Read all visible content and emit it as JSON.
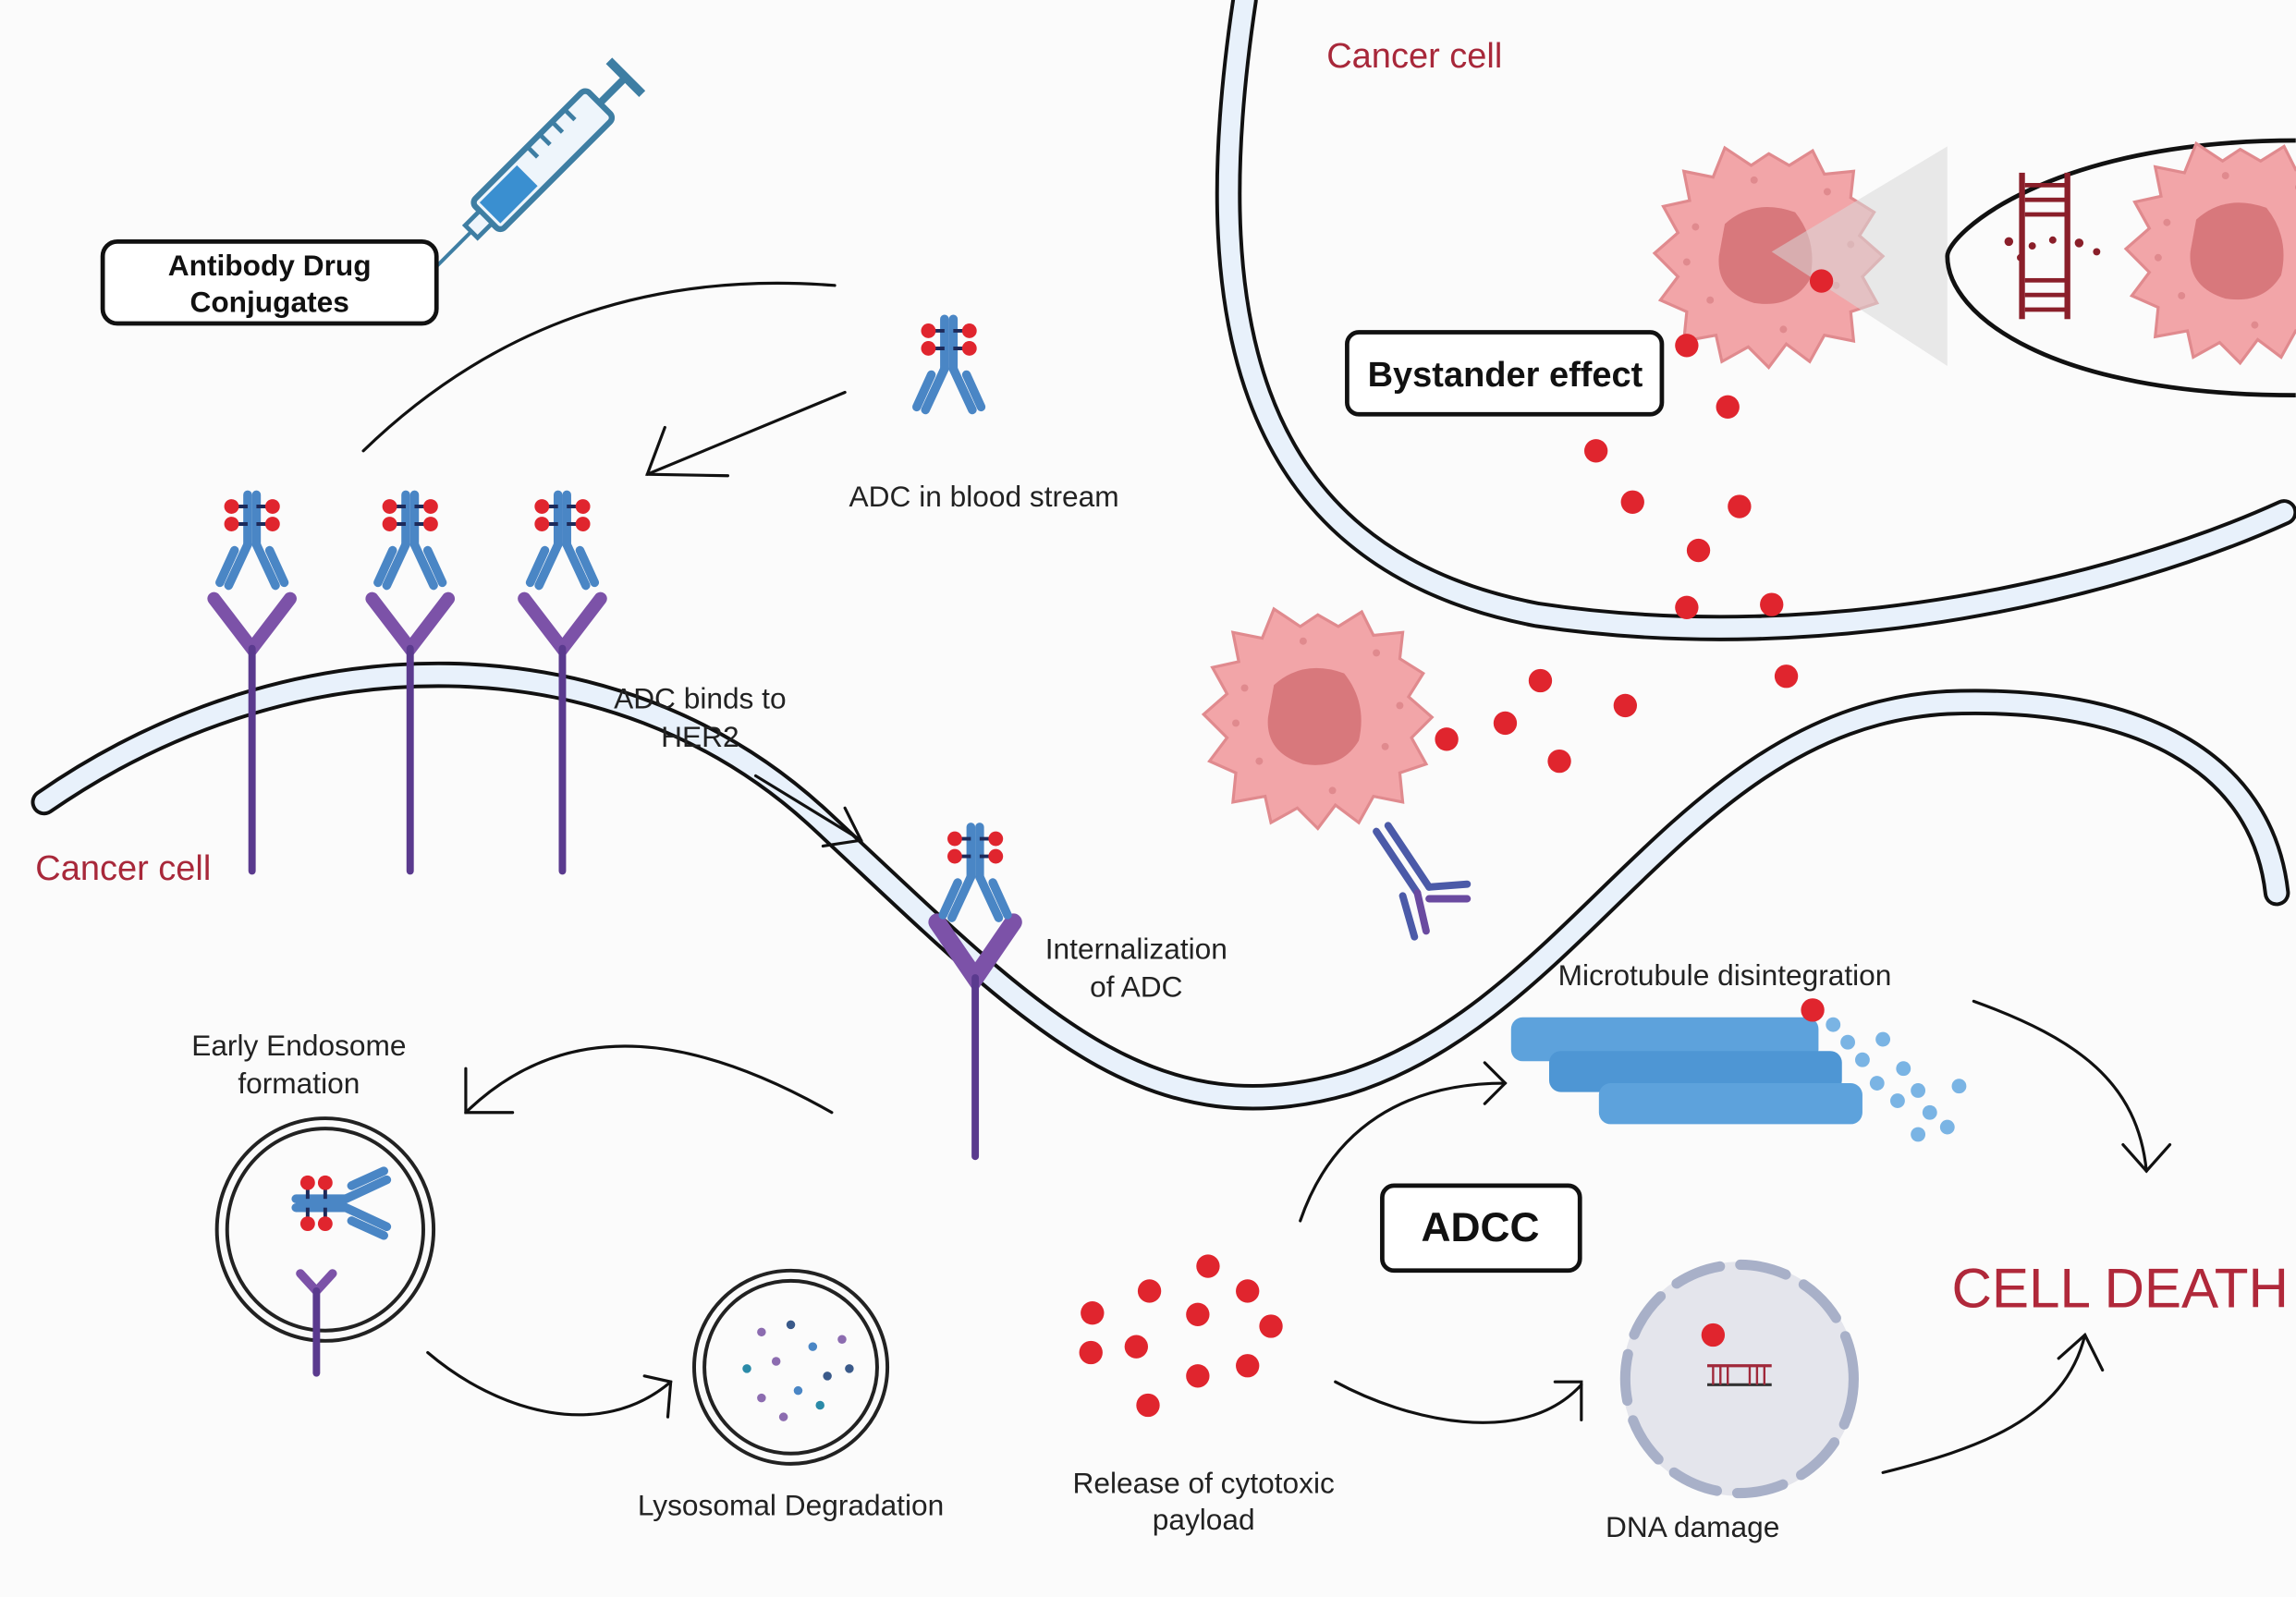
{
  "diagram": {
    "title_box": "Antibody Drug\nConjugates",
    "title_line1": "Antibody Drug",
    "title_line2": "Conjugates",
    "labels": {
      "adc_blood": "ADC in blood stream",
      "adc_binds_1": "ADC binds to",
      "adc_binds_2": "HER2",
      "cancer_cell_left": "Cancer cell",
      "cancer_cell_top": "Cancer cell",
      "internalization_1": "Internalization",
      "internalization_2": "of ADC",
      "early_endo_1": "Early Endosome",
      "early_endo_2": "formation",
      "lysosomal": "Lysosomal Degradation",
      "release_1": "Release of cytotoxic",
      "release_2": "payload",
      "microtubule": "Microtubule disintegration",
      "dna_damage": "DNA damage",
      "cell_death": "CELL DEATH"
    },
    "boxes": {
      "bystander": "Bystander effect",
      "adcc": "ADCC"
    },
    "colors": {
      "antibody": "#4a86c5",
      "her2": "#7c52a8",
      "payload": "#e0252e",
      "membrane_fill": "#e8f1fb",
      "cell_label": "#a8283a",
      "tumor_cell": "#f2a5a8"
    },
    "icons": [
      "syringe-icon",
      "antibody-icon",
      "her2-receptor-icon",
      "tumor-cell-icon",
      "dna-icon",
      "microtubule-icon",
      "nucleus-icon",
      "endosome-icon",
      "lysosome-icon"
    ]
  }
}
